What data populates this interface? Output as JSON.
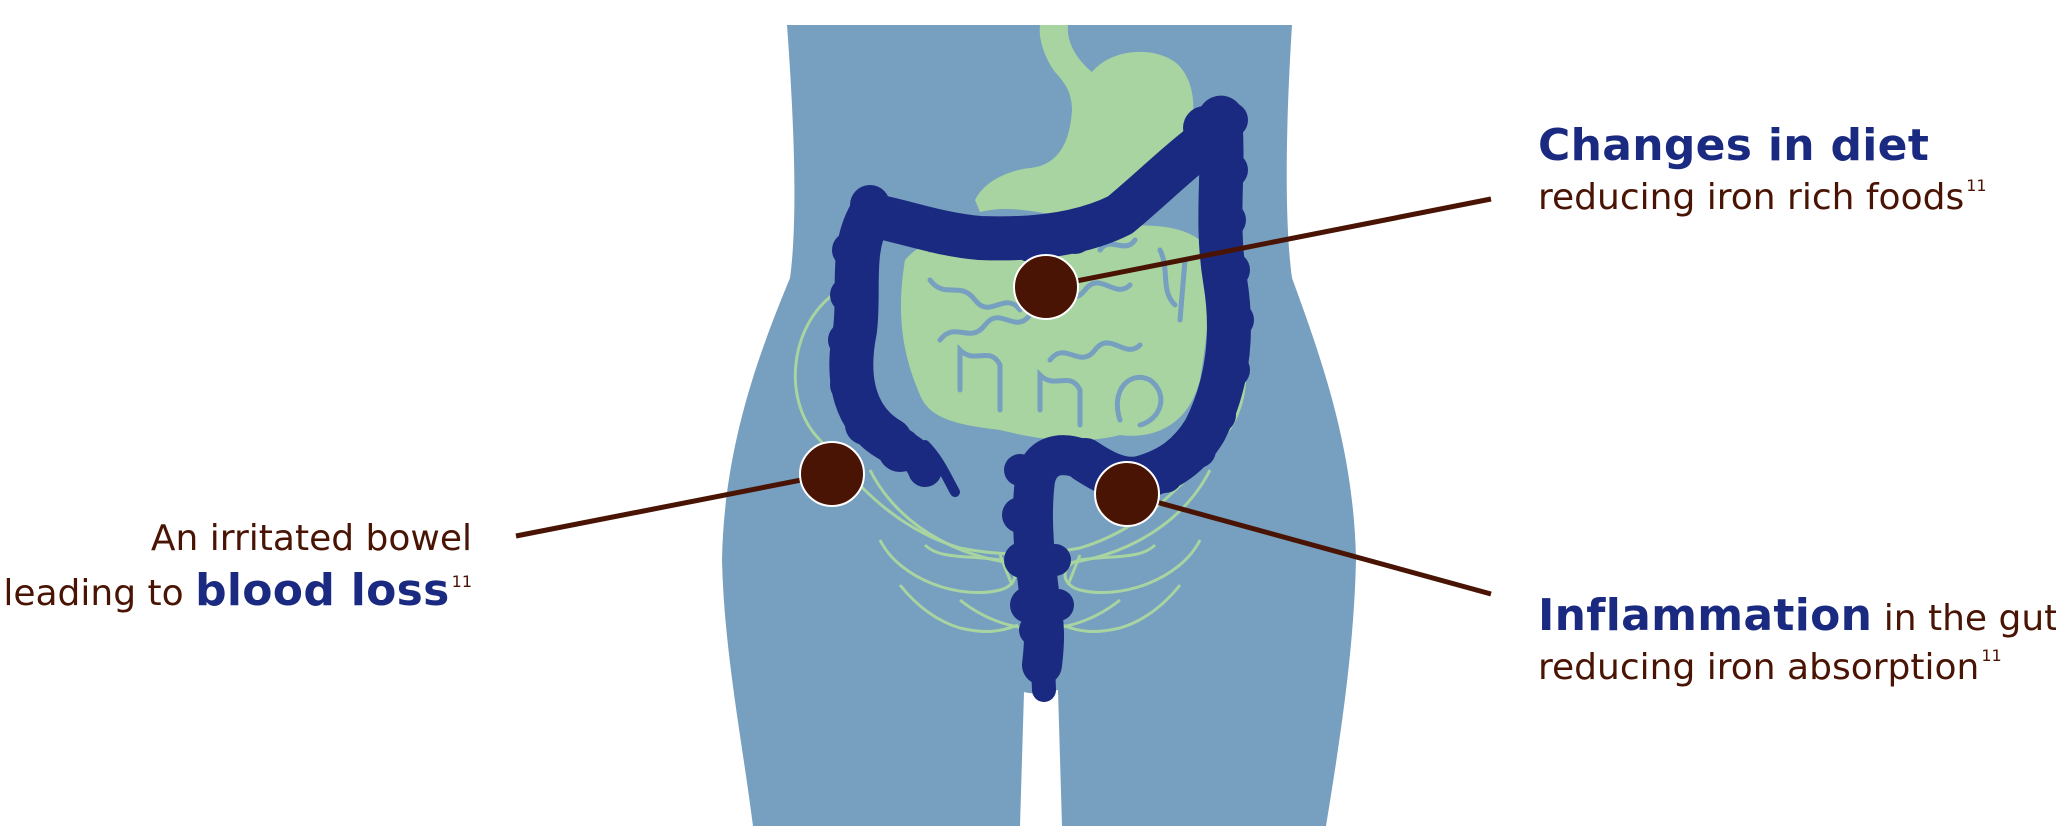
{
  "colors": {
    "body_silhouette": "#779fbf",
    "large_intestine": "#1a2a80",
    "stomach_small_intestine": "#a7d4a0",
    "pelvis_outline": "#a7d4a0",
    "marker": "#4a1405",
    "leader_line": "#4a1405",
    "text_plain": "#4a1405",
    "text_bold": "#1a2a80"
  },
  "callouts": {
    "diet": {
      "bold": "Changes in diet",
      "plain": "reducing iron rich foods",
      "ref": "11"
    },
    "inflammation": {
      "bold": "Inflammation",
      "plain_inline": " in the gut",
      "plain": "reducing iron absorption",
      "ref": "11"
    },
    "bleeding": {
      "plain_line1": "An irritated bowel",
      "plain_prefix": "leading to ",
      "bold": "blood loss",
      "ref": "11"
    }
  },
  "icons": {
    "torso": "torso-silhouette-icon",
    "large_intestine": "large-intestine-icon",
    "stomach": "stomach-icon",
    "small_intestine": "small-intestine-icon",
    "pelvis": "pelvis-icon"
  }
}
